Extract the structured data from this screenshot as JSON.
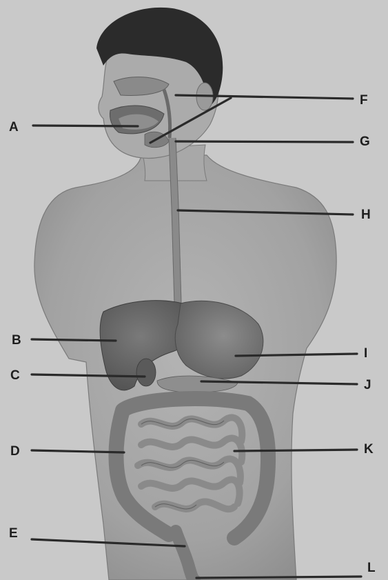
{
  "labels": {
    "A": "A",
    "B": "B",
    "C": "C",
    "D": "D",
    "E": "E",
    "F": "F",
    "G": "G",
    "H": "H",
    "I": "I",
    "J": "J",
    "K": "K",
    "L": "L"
  },
  "colors": {
    "paper": "#c9c9c9",
    "skin": "#a6a6a6",
    "hair": "#2b2b2b",
    "organ_dark": "#6e6e6e",
    "organ_mid": "#8a8a8a",
    "intestine": "#9c9c9c",
    "leader_line": "#2a2a2a"
  }
}
